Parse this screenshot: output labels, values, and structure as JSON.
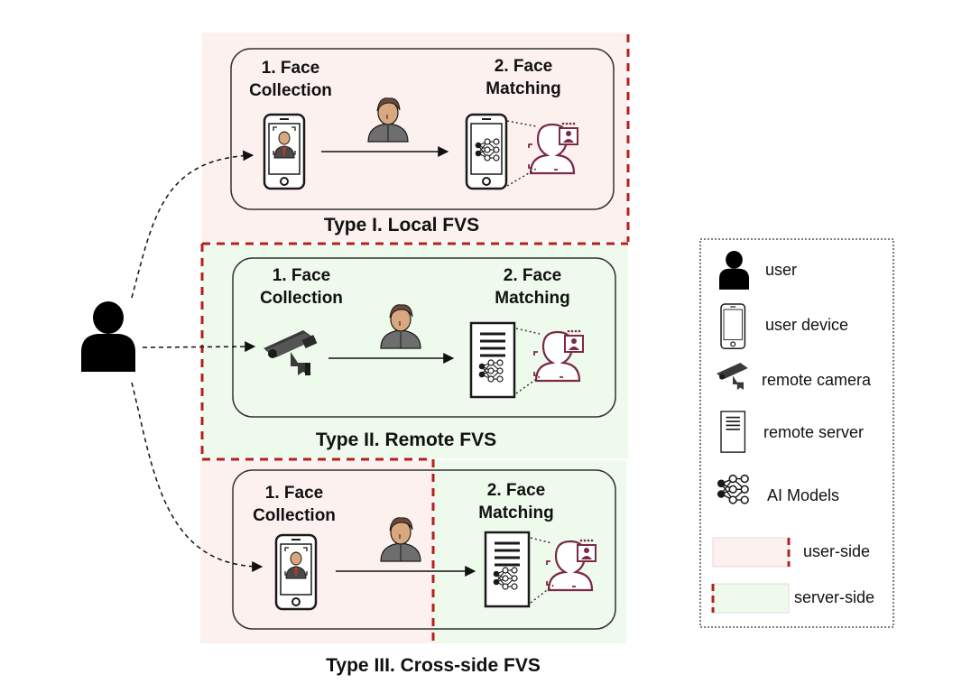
{
  "panels": {
    "type1": {
      "collection_label": "1. Face\nCollection",
      "matching_label": "2. Face\nMatching",
      "title": "Type I. Local FVS"
    },
    "type2": {
      "collection_label": "1. Face\nCollection",
      "matching_label": "2. Face\nMatching",
      "title": "Type II. Remote FVS"
    },
    "type3": {
      "collection_label": "1. Face\nCollection",
      "matching_label": "2. Face\nMatching",
      "title": "Type III. Cross-side FVS"
    }
  },
  "legend": {
    "user": "user",
    "user_device": "user device",
    "remote_camera": "remote camera",
    "remote_server": "remote server",
    "ai_models": "AI Models",
    "user_side": "user-side",
    "server_side": "server-side"
  },
  "colors": {
    "user_side_fill": "#fdf1f0",
    "server_side_fill": "#eefbec",
    "boundary_red": "#b5201e",
    "face_icon": "#7a2a44",
    "person_skin": "#d9a87e",
    "person_hair": "#6b4a3a",
    "person_body": "#5a5a5a"
  }
}
